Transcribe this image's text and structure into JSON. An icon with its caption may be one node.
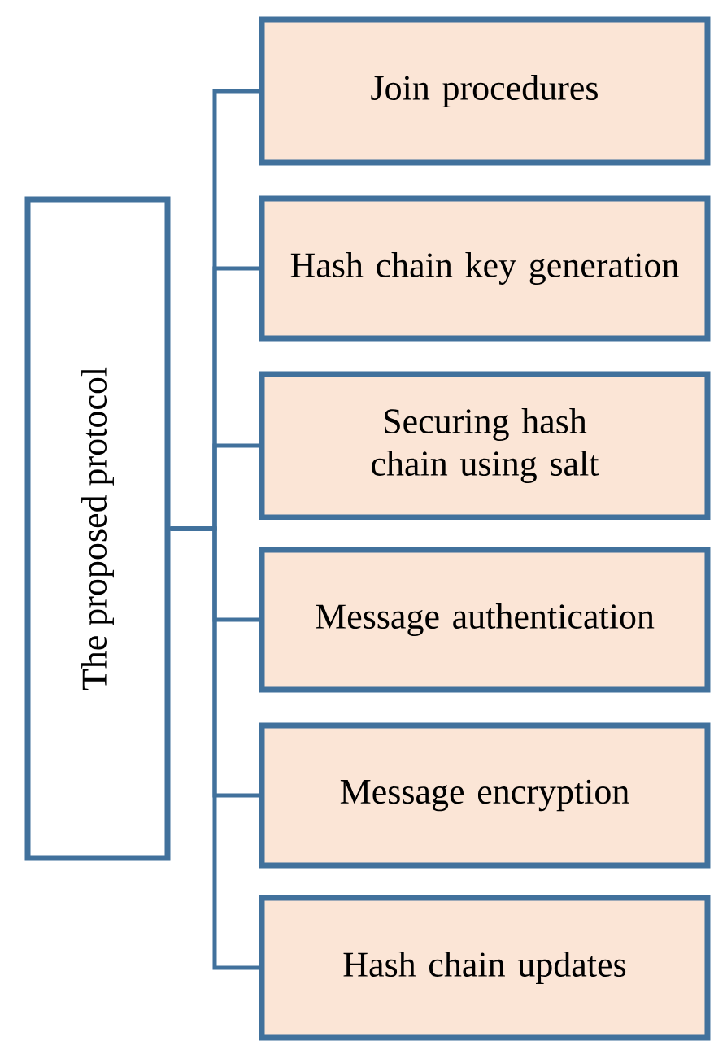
{
  "diagram": {
    "nodes": [
      {
        "text": [
          "The proposed protocol"
        ]
      },
      {
        "text": [
          "Join procedures"
        ]
      },
      {
        "text": [
          "Hash chain key generation"
        ]
      },
      {
        "text": [
          "Securing hash chain using salt"
        ]
      },
      {
        "text": [
          "Message authentication"
        ]
      },
      {
        "text": [
          "Message encryption"
        ]
      },
      {
        "text": [
          "Hash chain updates"
        ]
      }
    ],
    "edges": [
      {
        "from": 0,
        "to": 1,
        "arrow": "none"
      },
      {
        "from": 0,
        "to": 2,
        "arrow": "none"
      },
      {
        "from": 0,
        "to": 3,
        "arrow": "none"
      },
      {
        "from": 0,
        "to": 4,
        "arrow": "none"
      },
      {
        "from": 0,
        "to": 5,
        "arrow": "none"
      },
      {
        "from": 0,
        "to": 6,
        "arrow": "none"
      }
    ]
  }
}
